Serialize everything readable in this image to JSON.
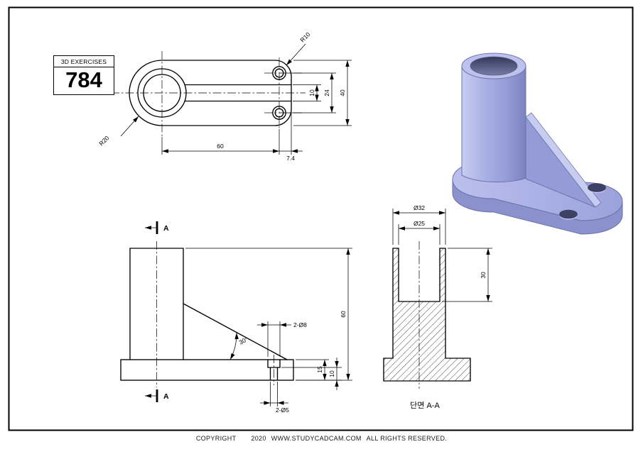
{
  "sheet": {
    "background": "#ffffff",
    "border_color": "#000000"
  },
  "title_block": {
    "title": "3D EXERCISES",
    "number": "784"
  },
  "top_view": {
    "fillet_radius": "R10",
    "end_radius": "R20",
    "length_60": "60",
    "offset_7_4": "7.4",
    "rib_width_10": "10",
    "hole_spacing_24": "24",
    "width_40": "40"
  },
  "front_view": {
    "angle_30": "30°",
    "counterbore_label": "2-Ø8",
    "hole_label": "2-Ø5",
    "base_thickness_15": "15",
    "depth_10": "10",
    "height_60": "60",
    "section_letter_top": "A",
    "section_letter_bottom": "A"
  },
  "section_view": {
    "outer_dia": "Ø32",
    "bore_dia": "Ø25",
    "bore_depth_30": "30",
    "caption": "단면 A-A"
  },
  "iso_view": {
    "part_color_light": "#c8cdf2",
    "part_color_mid": "#9aa1da",
    "part_color_dark": "#7b83c0"
  },
  "footer": {
    "copyright": "COPYRIGHT",
    "year": "2020",
    "site": "WWW.STUDYCADCAM.COM",
    "rights": "ALL RIGHTS RESERVED."
  }
}
